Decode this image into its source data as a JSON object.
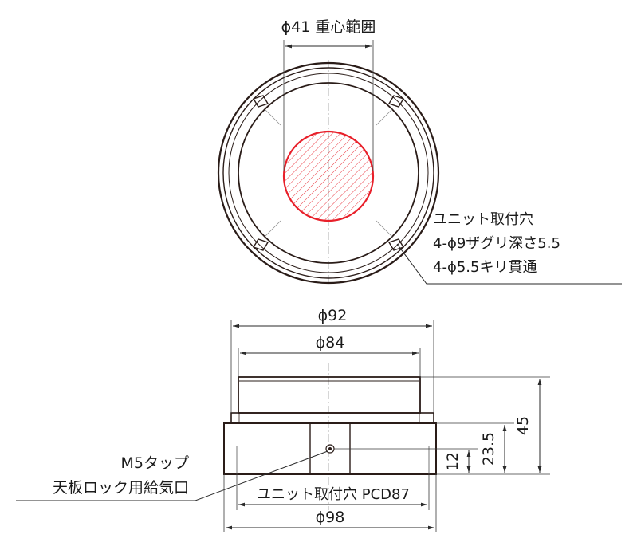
{
  "colors": {
    "outline": "#2a1c18",
    "line": "#2a2a2a",
    "cg_zone": "#e8202a",
    "background": "#ffffff"
  },
  "top_view": {
    "cg_range_label": "ϕ41 重心範囲",
    "hole_callout": [
      "ユニット取付穴",
      "4-ϕ9ザグリ深さ5.5",
      "4-ϕ5.5キリ貫通"
    ]
  },
  "side_view": {
    "dim_d92": "ϕ92",
    "dim_d84": "ϕ84",
    "dim_h45": "45",
    "dim_h23_5": "23.5",
    "dim_h12": "12",
    "port_callout": [
      "M5タップ",
      "天板ロック用給気口"
    ],
    "pcd_label": "ユニット取付穴 PCD87",
    "dim_d98": "ϕ98"
  }
}
